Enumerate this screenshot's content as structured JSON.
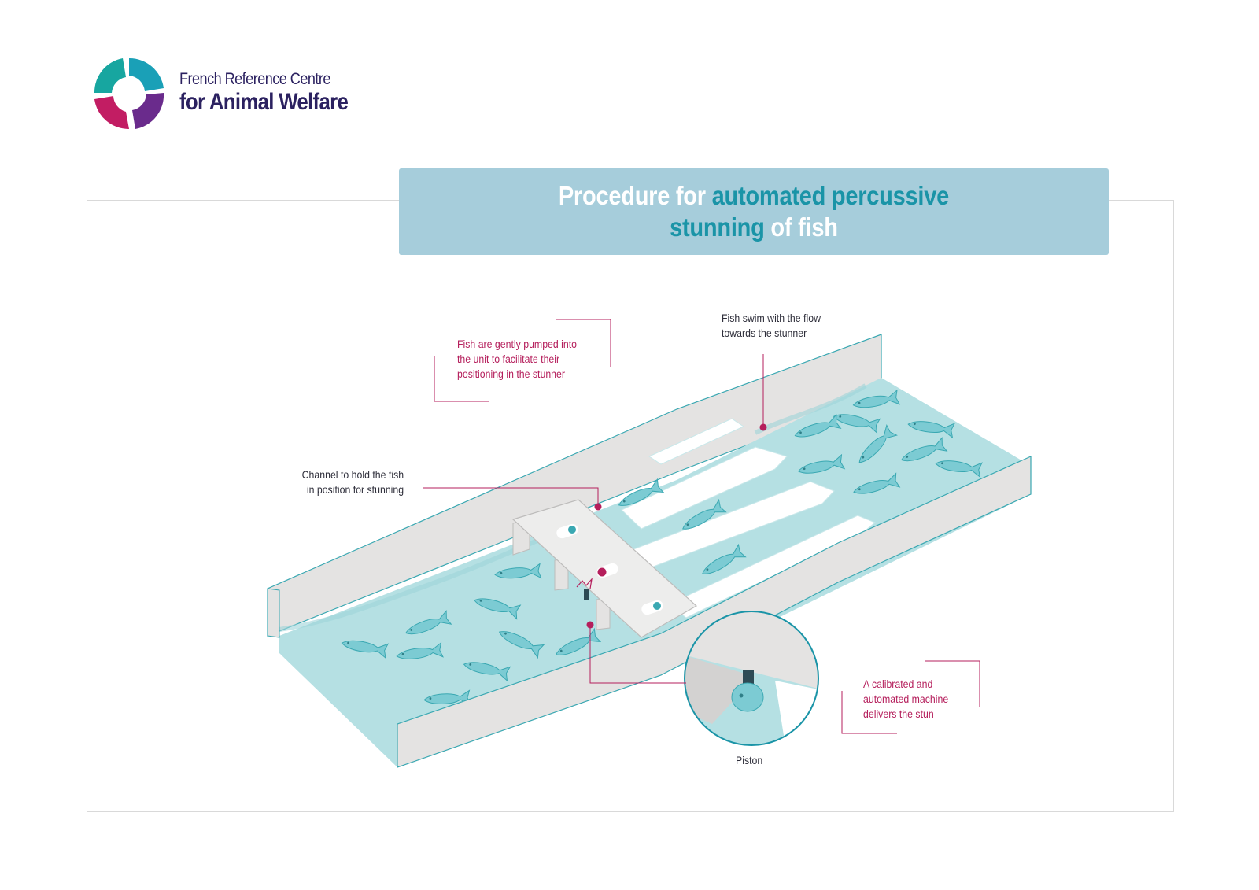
{
  "logo": {
    "line1": "French Reference Centre",
    "line2": "for Animal Welfare"
  },
  "title": {
    "part1": "Procedure for",
    "part2": "automated percussive",
    "part3": "stunning",
    "part4": "of fish"
  },
  "labels": {
    "pumped": [
      "Fish are gently pumped into",
      "the unit to facilitate their",
      "positioning in the stunner"
    ],
    "flow": [
      "Fish swim with the flow",
      "towards the stunner"
    ],
    "channel": [
      "Channel to hold the fish",
      "in position for stunning"
    ],
    "machine": [
      "A calibrated and",
      "automated machine",
      "delivers the stun"
    ],
    "piston": "Piston"
  },
  "colors": {
    "accent_teal": "#1a94a7",
    "title_bg": "#a6cddb",
    "label_red": "#b51f5c",
    "water": "#b5e0e3",
    "fish": "#7ccbd3",
    "wall": "#e4e3e2",
    "logo_dark": "#2b2160"
  }
}
